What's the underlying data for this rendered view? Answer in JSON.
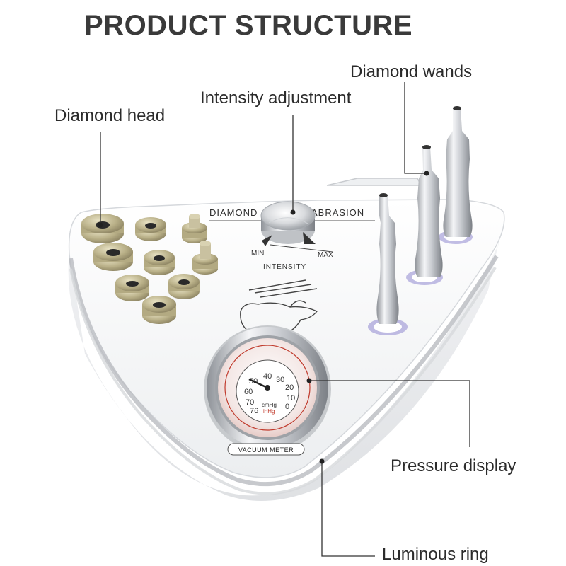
{
  "title": "PRODUCT STRUCTURE",
  "labels": {
    "diamond_head": "Diamond head",
    "intensity_adjustment": "Intensity adjustment",
    "diamond_wands": "Diamond wands",
    "pressure_display": "Pressure display",
    "luminous_ring": "Luminous ring"
  },
  "device": {
    "panel_text_left": "DIAMOND",
    "panel_text_right": "ABRASION",
    "knob_min": "MIN",
    "knob_max": "MAX",
    "knob_label": "INTENSITY",
    "gauge_plate": "VACUUM METER",
    "gauge_units_1": "cmHg",
    "gauge_units_2": "inHg",
    "gauge_numbers": [
      "0",
      "10",
      "20",
      "30",
      "40",
      "50",
      "60",
      "70",
      "76"
    ]
  },
  "colors": {
    "title": "#3a3a3a",
    "label": "#2b2b2b",
    "leader_line": "#333333",
    "device_body": "#f7f7f8",
    "glass_edge": "#b9bcc0",
    "gauge_red": "#c0392b",
    "wand_ring": "#b8b3e6",
    "brass": "#b9b088"
  }
}
